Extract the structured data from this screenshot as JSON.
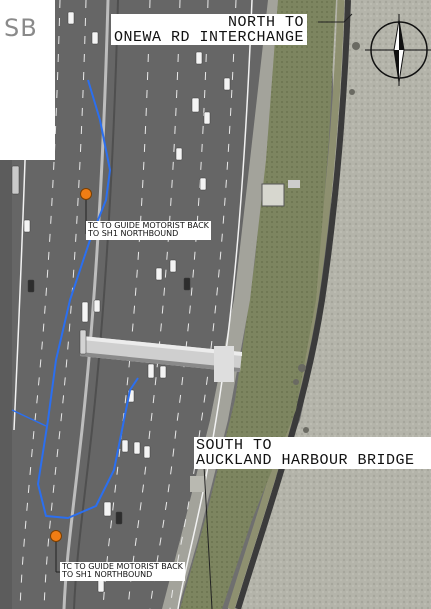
{
  "map": {
    "direction_label": "SB",
    "north_label": [
      "NORTH TO",
      "ONEWA RD INTERCHANGE"
    ],
    "south_label": [
      "SOUTH TO",
      "AUCKLAND HARBOUR BRIDGE"
    ],
    "traffic_controllers": [
      {
        "id": "tc-north",
        "lines": [
          "TC TO GUIDE MOTORIST BACK",
          "TO SH1 NORTHBOUND"
        ]
      },
      {
        "id": "tc-south",
        "lines": [
          "TC TO GUIDE MOTORIST BACK",
          "TO SH1 NORTHBOUND"
        ]
      }
    ],
    "colors": {
      "detour_route": "#2b6ff0",
      "tc_marker": "#f07d14",
      "road_surface": "#666666",
      "lane_marking": "#e9e9e9",
      "verge": "#7f8a64",
      "tidal_flat": "#b7b7ad"
    },
    "icons": {
      "north_arrow": "north-arrow-compass-icon"
    }
  }
}
